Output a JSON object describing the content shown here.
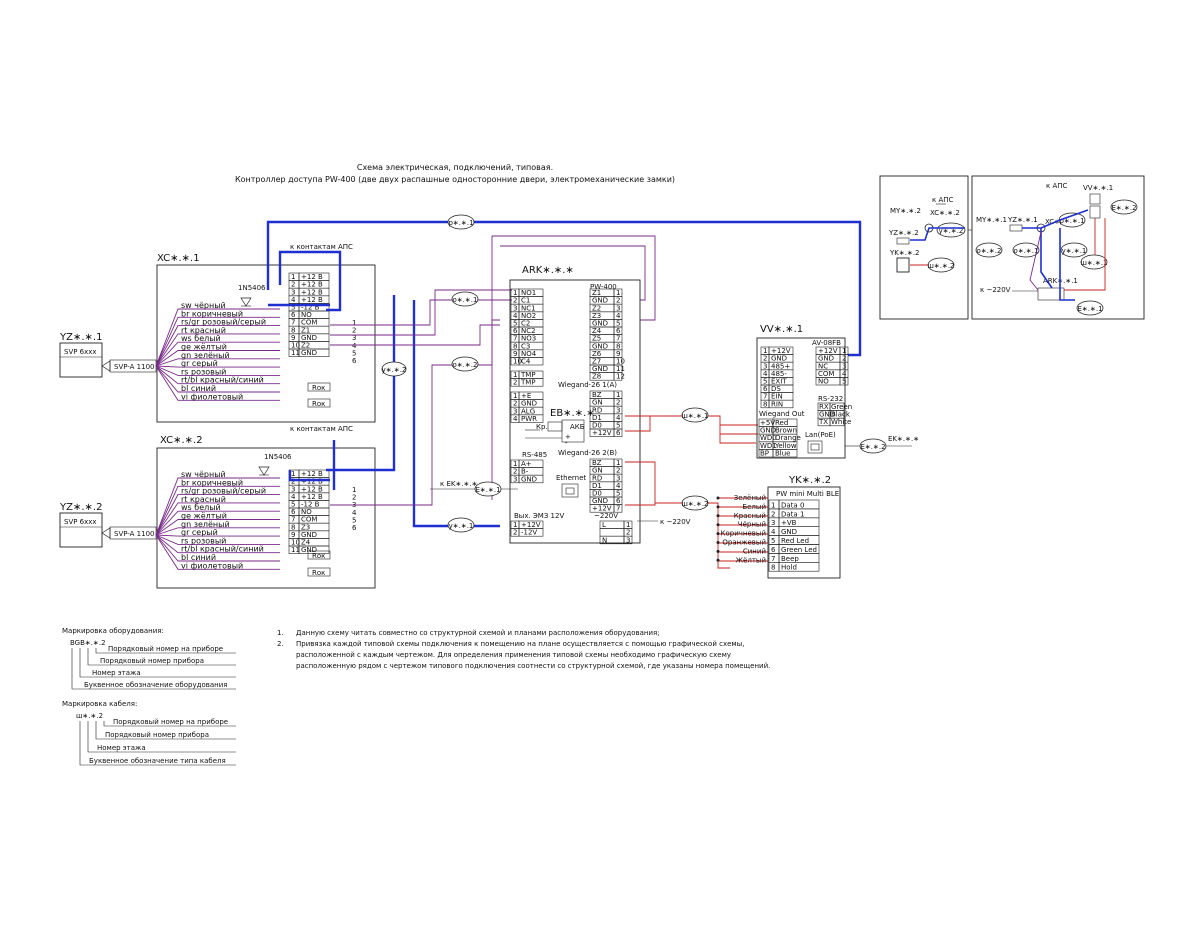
{
  "title": {
    "line1": "Схема электрическая,  подключений, типовая.",
    "line2": "Контроллер доступа PW-400 (две двух распашные односторонние двери, электромеханические замки)"
  },
  "cables": {
    "p1": "p∗.∗.1",
    "o1": "o∗.∗.1",
    "o2": "o∗.∗.2",
    "y2": "y∗.∗.2",
    "y1": "y∗.∗.1",
    "E1": "E∗.∗.1",
    "E2": "E∗.∗.2",
    "sh1": "ш∗.∗.1",
    "sh2": "ш∗.∗.2"
  },
  "xc1": {
    "label": "XC∗.∗.1",
    "aps": "к контактам АПС",
    "diode": "1N5406",
    "terms": [
      "+12 В",
      "+12 В",
      "+12 В",
      "+12 В",
      "-12 В",
      "NO",
      "COM",
      "Z1",
      "GND",
      "Z2",
      "GND"
    ],
    "term_nums": [
      "1",
      "2",
      "3",
      "4",
      "5",
      "6",
      "7",
      "8",
      "9",
      "10",
      "11"
    ],
    "out_nums": [
      "1",
      "2",
      "3",
      "4",
      "5",
      "6"
    ],
    "rok": "Rок"
  },
  "xc2": {
    "label": "XC∗.∗.2",
    "aps": "к контактам АПС",
    "diode": "1N5406",
    "terms": [
      "+12 В",
      "+12 В",
      "+12 В",
      "+12 В",
      "-12 В",
      "NO",
      "COM",
      "Z3",
      "GND",
      "Z4",
      "GND"
    ],
    "term_nums": [
      "1",
      "2",
      "3",
      "4",
      "5",
      "6",
      "7",
      "8",
      "9",
      "10",
      "11"
    ],
    "out_nums": [
      "1",
      "2",
      "3",
      "4",
      "5",
      "6"
    ],
    "rok": "Rок"
  },
  "wires": [
    "sw чёрный",
    "br коричневый",
    "rs/gr розовый/серый",
    "rt красный",
    "ws белый",
    "ge жёлтый",
    "gn зелёный",
    "gr серый",
    "rs розовый",
    "rt/bl красный/синий",
    "bl синий",
    "vi фиолетовый"
  ],
  "yz1": {
    "label": "YZ∗.∗.1",
    "model": "SVP 6ххх",
    "cable": "SVP-A 1100"
  },
  "yz2": {
    "label": "YZ∗.∗.2",
    "model": "SVP 6ххх",
    "cable": "SVP-A 1100"
  },
  "ark": {
    "label": "ARK∗.∗.∗",
    "model": "PW-400",
    "left_relay": [
      "NO1",
      "C1",
      "NC1",
      "NO2",
      "C2",
      "NC2",
      "NO3",
      "C3",
      "NO4",
      "C4"
    ],
    "left_nums": [
      "1",
      "2",
      "3",
      "4",
      "5",
      "6",
      "7",
      "8",
      "9",
      "10"
    ],
    "tmp": [
      "TMP",
      "TMP"
    ],
    "tmp_nums": [
      "1",
      "2"
    ],
    "pwr": [
      "+E",
      "GND",
      "ALG",
      "PWR"
    ],
    "pwr_nums": [
      "1",
      "2",
      "3",
      "4"
    ],
    "right_top": [
      "Z1",
      "GND",
      "Z2",
      "Z3",
      "GND",
      "Z4",
      "Z5",
      "GND",
      "Z6",
      "Z7",
      "GND",
      "Z8"
    ],
    "right_top_nums": [
      "1",
      "2",
      "3",
      "4",
      "5",
      "6",
      "7",
      "8",
      "9",
      "10",
      "11",
      "12"
    ],
    "wg1_title": "Wiegand-26 1(A)",
    "wg1": [
      "BZ",
      "GN",
      "RD",
      "D1",
      "D0",
      "+12V"
    ],
    "wg_nums": [
      "1",
      "2",
      "3",
      "4",
      "5",
      "6"
    ],
    "wg2_title": "Wiegand-26 2(B)",
    "wg2": [
      "BZ",
      "GN",
      "RD",
      "D1",
      "D0",
      "GND",
      "+12V"
    ],
    "wg2_nums": [
      "1",
      "2",
      "3",
      "4",
      "5",
      "6",
      "7"
    ],
    "rs485": "RS-485",
    "rs485_pins": [
      "A+",
      "B-",
      "GND"
    ],
    "rs485_nums": [
      "1",
      "2",
      "3"
    ],
    "eth": "Ethernet",
    "out": "Вых. ЭМЗ 12V",
    "out_pins": [
      "+12V",
      "-12V"
    ],
    "out_nums": [
      "1",
      "2"
    ],
    "ac": "~220V",
    "ac_pins": [
      "L",
      "",
      "N"
    ],
    "ac_nums": [
      "1",
      "2",
      "3"
    ]
  },
  "eb": {
    "label": "EB∗.∗.∗",
    "kr": "Кр.",
    "akb": "АКБ",
    "plus": "+",
    "minus": "-"
  },
  "ext": {
    "ek": "к EK∗.∗.∗",
    "ek2": "EK∗.∗.∗",
    "v220": "к ~220V",
    "v220b": "к ~220V",
    "aps": "к АПС"
  },
  "vv": {
    "label": "VV∗.∗.1",
    "model": "AV-08FB",
    "left": [
      "+12V",
      "GND",
      "485+",
      "485-",
      "EXIT",
      "DS",
      "EIN",
      "RIN"
    ],
    "left_nums": [
      "1",
      "2",
      "3",
      "4",
      "5",
      "6",
      "7",
      "8"
    ],
    "right": [
      "+12V",
      "GND",
      "NC",
      "COM",
      "NO"
    ],
    "right_nums": [
      "1",
      "2",
      "3",
      "4",
      "5"
    ],
    "wg_title": "Wiegand Out",
    "wg": [
      "+5V",
      "GND",
      "WD0",
      "WD1",
      "BP"
    ],
    "wg_colors": [
      "Red",
      "Brown",
      "Orange",
      "Yellow",
      "Blue"
    ],
    "rs232": "RS-232",
    "rs232_pins": [
      "RX",
      "GND",
      "TX"
    ],
    "rs232_colors": [
      "Green",
      "Black",
      "White"
    ],
    "lan": "Lan(PoE)"
  },
  "yk": {
    "label": "YK∗.∗.2",
    "model": "PW mini Multi BLE",
    "pins": [
      "Data 0",
      "Data 1",
      "+VB",
      "GND",
      "Red Led",
      "Green Led",
      "Beep",
      "Hold"
    ],
    "nums": [
      "1",
      "2",
      "3",
      "4",
      "5",
      "6",
      "7",
      "8"
    ],
    "wire_colors": [
      "Зелёный",
      "Белый",
      "Красный",
      "Чёрный",
      "Коричневый",
      "Оранжевый",
      "Синий",
      "Жёлтый"
    ]
  },
  "inset": {
    "left": {
      "my": "MY∗.∗.2",
      "yz": "YZ∗.∗.2",
      "yk": "YK∗.∗.2",
      "xc": "XC∗.∗.2",
      "aps": "к АПС",
      "ya": "y∗.∗.2",
      "sh": "ш∗.∗.2"
    },
    "right": {
      "my": "MY∗.∗.1",
      "yz": "YZ∗.∗.1",
      "xc": "XC∗.∗.1",
      "aps": "к АПС",
      "vv": "VV∗.∗.1",
      "e2": "E∗.∗.2",
      "p1": "p∗.∗.1",
      "o1": "o∗.∗.1",
      "o2": "o∗.∗.2",
      "y1": "y∗.∗.1",
      "sh1": "ш∗.∗.1",
      "ark": "ARK∗.∗.1",
      "v220": "к ~220V",
      "e1": "E∗.∗.1"
    }
  },
  "notes": {
    "n1": "1.",
    "n1_text": "Данную схему читать совместно со структурной схемой и планами расположения оборудования;",
    "n2": "2.",
    "n2_text_a": "Привязка каждой типовой схемы подключения к помещению на плане осуществляется с помощью графической схемы,",
    "n2_text_b": "расположенной с каждым чертежом. Для определения применения типовой схемы необходимо графическую схему",
    "n2_text_c": "расположенную рядом с чертежом типового подключения соотнести со структурной схемой, где указаны номера помещений."
  },
  "legend_eq": {
    "title": "Маркировка оборудования:",
    "code": "BGB∗.∗.2",
    "items": [
      "Порядковый номер на приборе",
      "Порядковый номер прибора",
      "Номер этажа",
      "Буквенное обозначение оборудования"
    ]
  },
  "legend_cable": {
    "title": "Маркировка кабеля:",
    "code": "ш∗.∗.2",
    "items": [
      "Порядковый номер на приборе",
      "Порядковый номер прибора",
      "Номер этажа",
      "Буквенное обозначение типа кабеля"
    ]
  }
}
